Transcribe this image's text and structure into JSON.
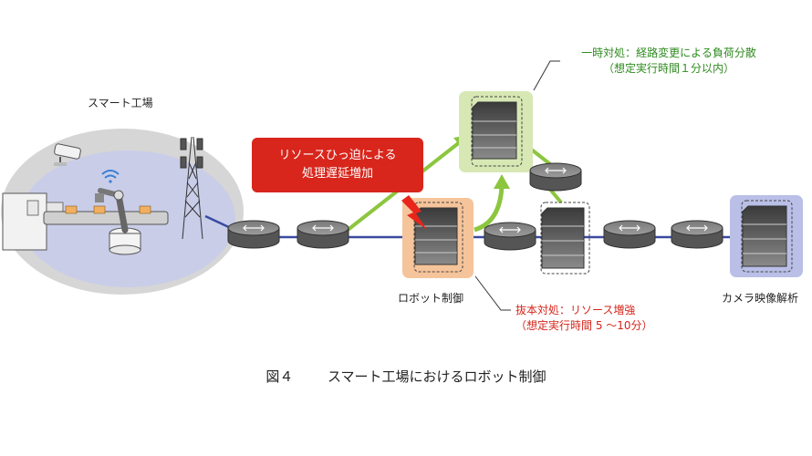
{
  "labels": {
    "factory": "スマート工場",
    "robot_control": "ロボット制御",
    "camera_analysis": "カメラ映像解析"
  },
  "callout": {
    "line1": "リソースひっ迫による",
    "line2": "処理遅延増加"
  },
  "temporary_measure": {
    "line1": "一時対処：経路変更による負荷分散",
    "line2": "（想定実行時間１分以内）"
  },
  "fundamental_measure": {
    "line1": "抜本対処：リソース増強",
    "line2": "（想定実行時間 5 〜10分）"
  },
  "caption": {
    "figure": "図４",
    "title": "スマート工場におけるロボット制御"
  },
  "colors": {
    "network_line": "#3a4aa0",
    "green_path": "#8cc63f",
    "alert_red": "#d8261c",
    "green_text": "#2e8b1f",
    "factory_fill": "#c9cde8",
    "factory_outer": "#d6d6d6",
    "robot_highlight": "#f6c49a",
    "temporary_highlight": "#d7e8b4",
    "camera_highlight": "#b9bfe6"
  }
}
